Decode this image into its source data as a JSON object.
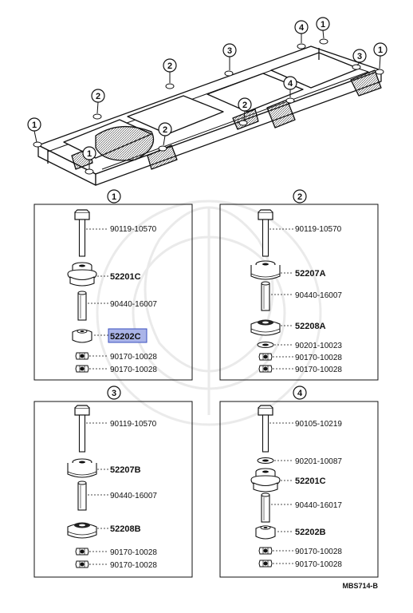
{
  "frame_callouts": [
    "1",
    "2",
    "3",
    "4",
    "1",
    "2",
    "2",
    "2",
    "1",
    "3",
    "4",
    "1"
  ],
  "groups": [
    {
      "id": "1",
      "parts": [
        "90119-10570",
        "52201C",
        "90440-16007",
        "52202C",
        "90170-10028",
        "90170-10028"
      ]
    },
    {
      "id": "2",
      "parts": [
        "90119-10570",
        "52207A",
        "90440-16007",
        "52208A",
        "90201-10023",
        "90170-10028",
        "90170-10028"
      ]
    },
    {
      "id": "3",
      "parts": [
        "90119-10570",
        "52207B",
        "90440-16007",
        "52208B",
        "90170-10028",
        "90170-10028"
      ]
    },
    {
      "id": "4",
      "parts": [
        "90105-10219",
        "90201-10087",
        "52201C",
        "90440-16017",
        "52202B",
        "90170-10028",
        "90170-10028"
      ]
    }
  ],
  "highlight_part": "52202C",
  "highlight_color": "#aab4e8",
  "drawing_code": "MBS714-B"
}
